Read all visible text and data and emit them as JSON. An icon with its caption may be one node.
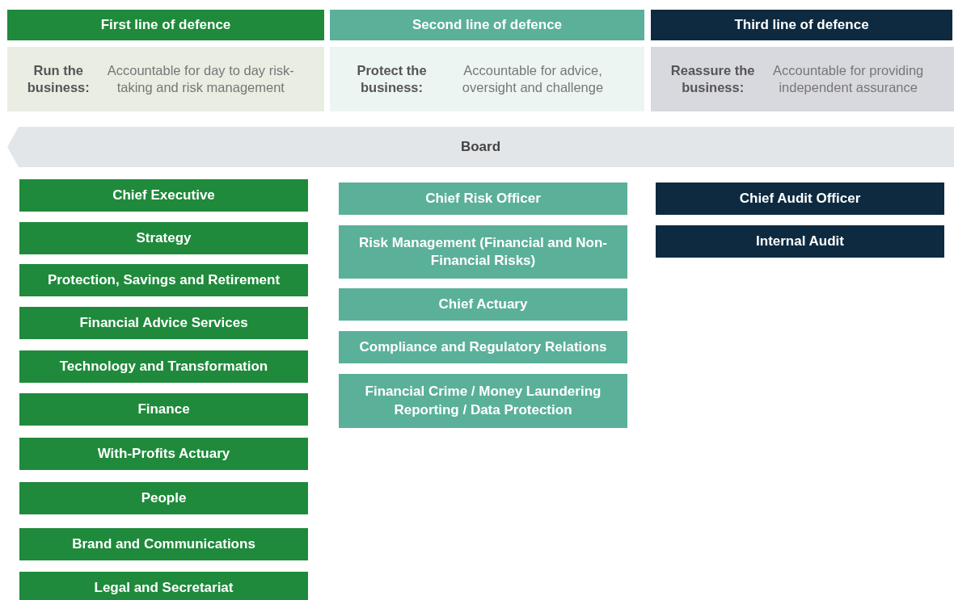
{
  "diagram": {
    "nodes": [
      {
        "text": [
          "First line of defence"
        ]
      },
      {
        "text": [
          "Second line of defence"
        ]
      },
      {
        "text": [
          "Third line of defence"
        ]
      },
      {
        "text": [
          "**Run the business:** Accountable for day to day risk-taking and risk management"
        ]
      },
      {
        "text": [
          "**Protect the business:** Accountable for advice, oversight and challenge"
        ]
      },
      {
        "text": [
          "**Reassure the business:** Accountable for providing independent assurance"
        ]
      },
      {
        "text": [
          "Board"
        ]
      },
      {
        "text": [
          "Chief Executive"
        ]
      },
      {
        "text": [
          "Strategy"
        ]
      },
      {
        "text": [
          "Protection, Savings and Retirement"
        ]
      },
      {
        "text": [
          "Financial Advice Services"
        ]
      },
      {
        "text": [
          "Technology and Transformation"
        ]
      },
      {
        "text": [
          "Finance"
        ]
      },
      {
        "text": [
          "With-Profits Actuary"
        ]
      },
      {
        "text": [
          "People"
        ]
      },
      {
        "text": [
          "Brand and Communications"
        ]
      },
      {
        "text": [
          "Legal and Secretariat"
        ]
      },
      {
        "text": [
          "Chief Risk Officer"
        ]
      },
      {
        "text": [
          "Risk Management (Financial and Non-Financial Risks)"
        ]
      },
      {
        "text": [
          "Chief Actuary"
        ]
      },
      {
        "text": [
          "Compliance and Regulatory Relations"
        ]
      },
      {
        "text": [
          "Financial Crime / Money Laundering Reporting / Data Protection"
        ]
      },
      {
        "text": [
          "Chief Audit Officer"
        ]
      },
      {
        "text": [
          "Internal Audit"
        ]
      }
    ]
  }
}
